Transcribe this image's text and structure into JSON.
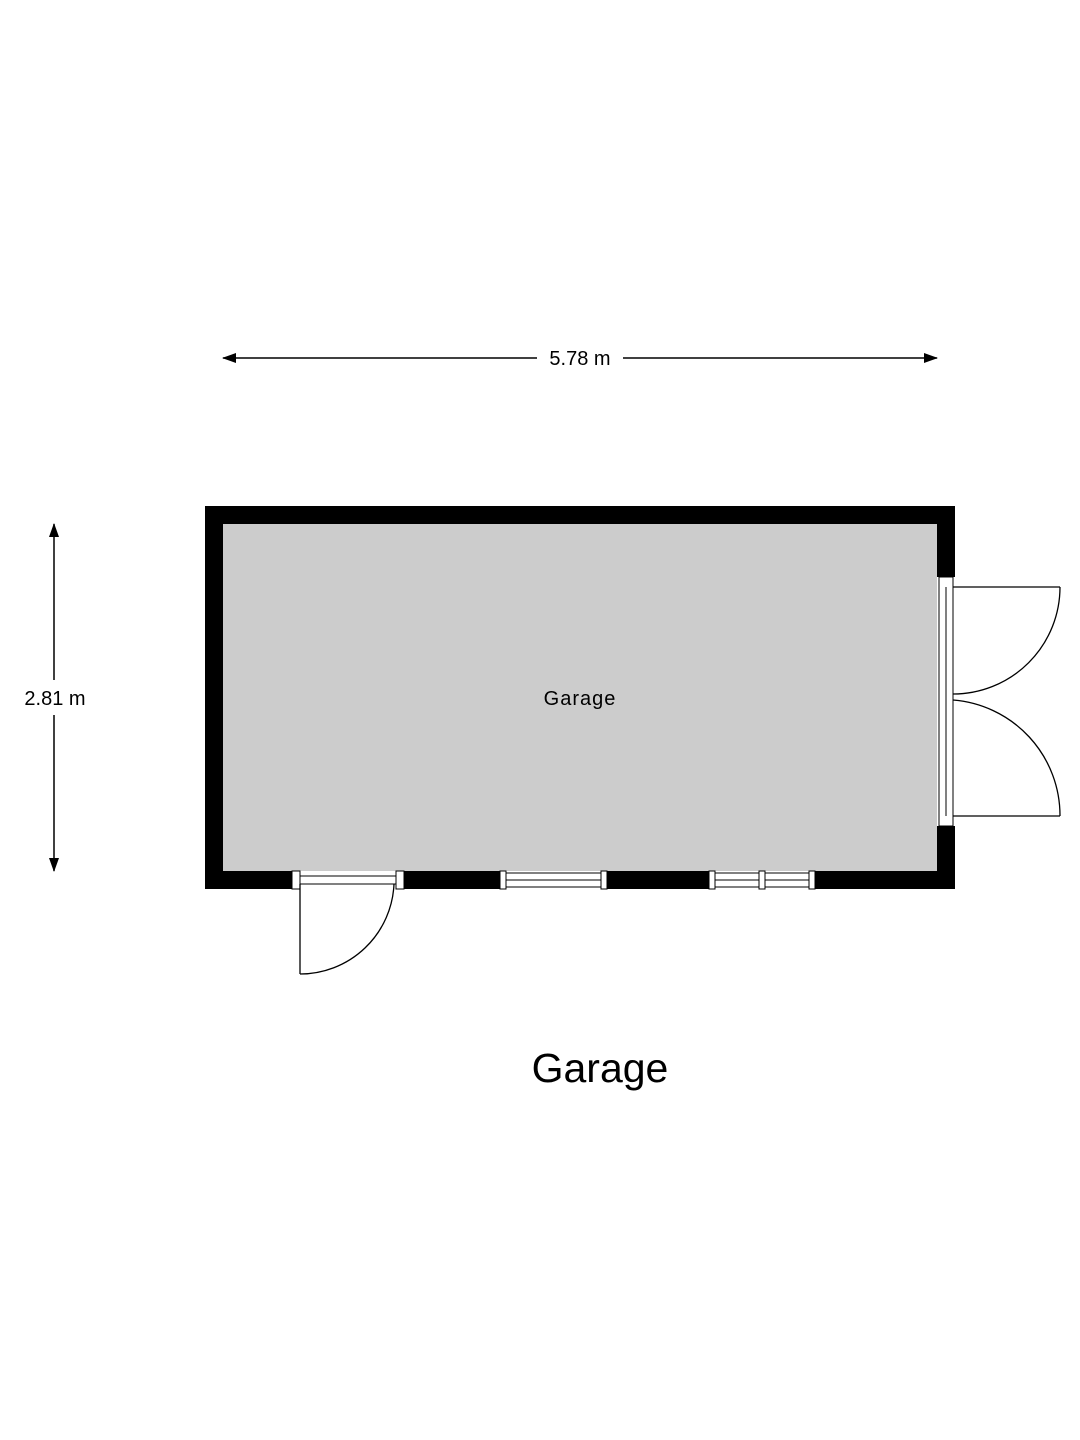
{
  "plan": {
    "title": "Garage",
    "room_label": "Garage",
    "width_dimension": "5.78 m",
    "depth_dimension": "2.81 m"
  },
  "colors": {
    "wall": "#000000",
    "floor": "#cccccc",
    "background": "#ffffff",
    "line": "#000000"
  }
}
